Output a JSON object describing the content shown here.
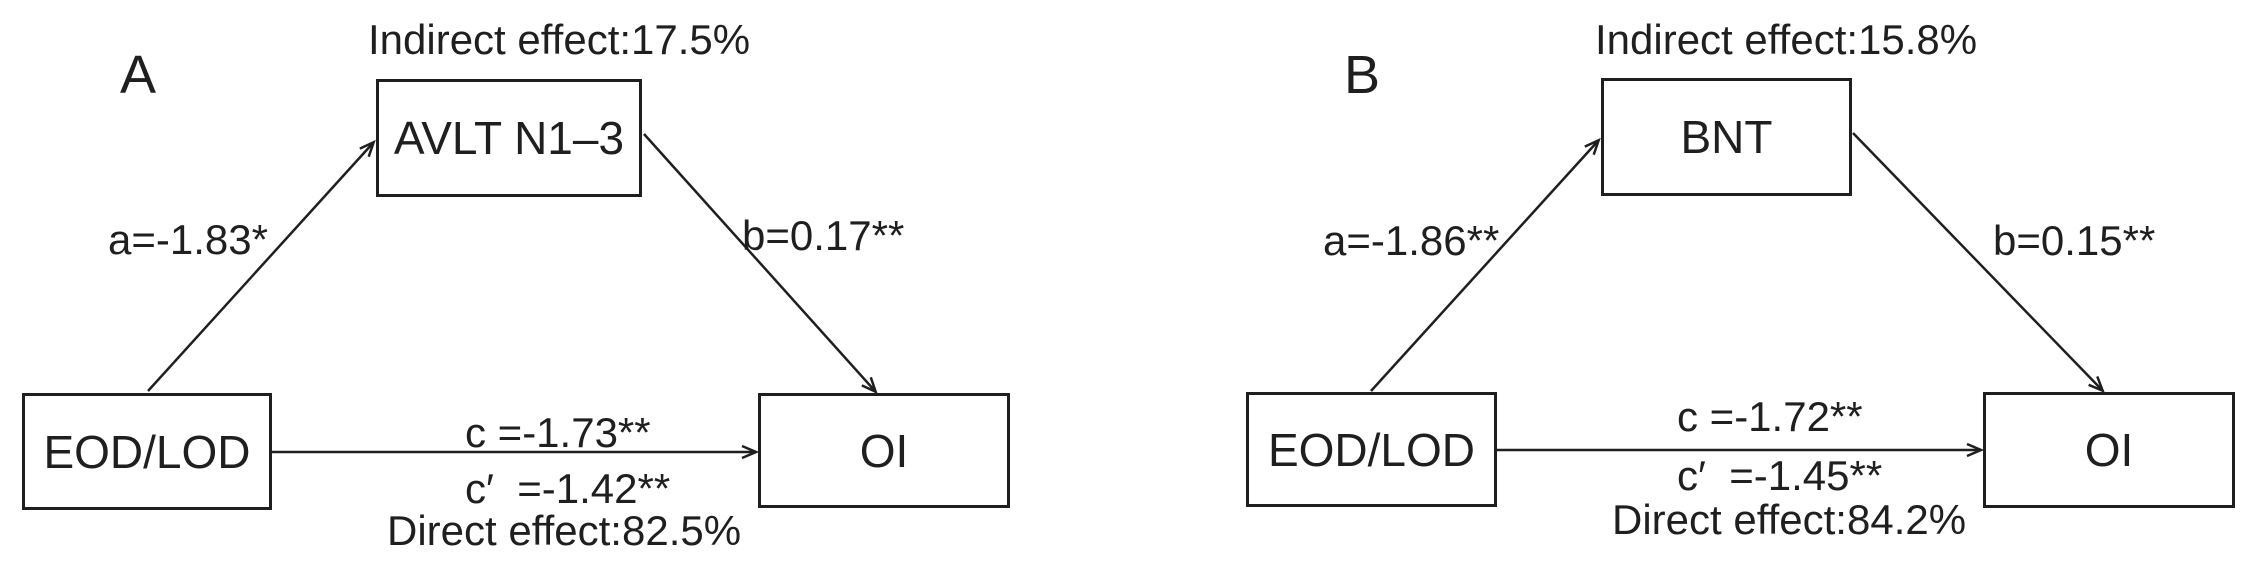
{
  "figure": {
    "type": "mediation-path-diagram",
    "background": "#ffffff",
    "ink": "#1f1f1f"
  },
  "panels": [
    {
      "label": "A",
      "indirect_effect": "Indirect effect:17.5%",
      "predictor": "EOD/LOD",
      "mediator": "AVLT N1–3",
      "outcome": "OI",
      "path_a": "a=-1.83*",
      "path_b": "b=0.17**",
      "path_c": "c =-1.73**",
      "path_c_prime": "c′  =-1.42**",
      "direct_effect": "Direct effect:82.5%"
    },
    {
      "label": "B",
      "indirect_effect": "Indirect effect:15.8%",
      "predictor": "EOD/LOD",
      "mediator": "BNT",
      "outcome": "OI",
      "path_a": "a=-1.86**",
      "path_b": "b=0.15**",
      "path_c": "c =-1.72**",
      "path_c_prime": "c′  =-1.45**",
      "direct_effect": "Direct effect:84.2%"
    }
  ]
}
